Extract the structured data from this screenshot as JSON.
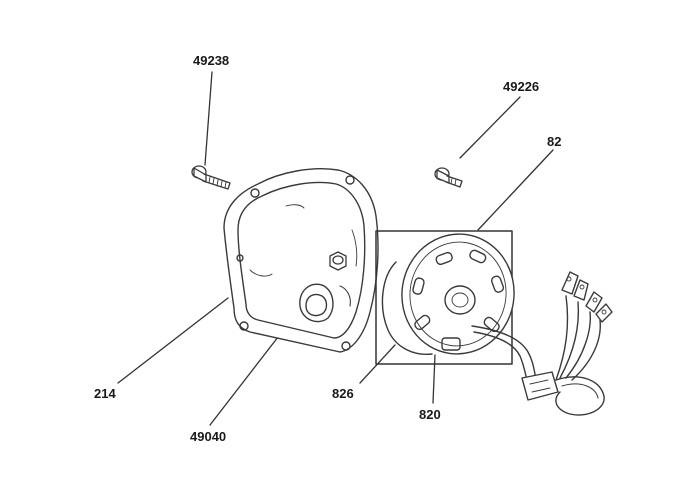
{
  "diagram": {
    "callouts": [
      {
        "id": "bolt-top-left",
        "label": "49238"
      },
      {
        "id": "bolt-top-right",
        "label": "49226"
      },
      {
        "id": "stator-assembly",
        "label": "82"
      },
      {
        "id": "cover",
        "label": "214"
      },
      {
        "id": "nut",
        "label": "49040"
      },
      {
        "id": "stator-winding",
        "label": "826"
      },
      {
        "id": "stator-wire",
        "label": "820"
      }
    ],
    "colors": {
      "line": "#3a3a3a",
      "text": "#1a1a1a",
      "background": "#ffffff"
    }
  }
}
